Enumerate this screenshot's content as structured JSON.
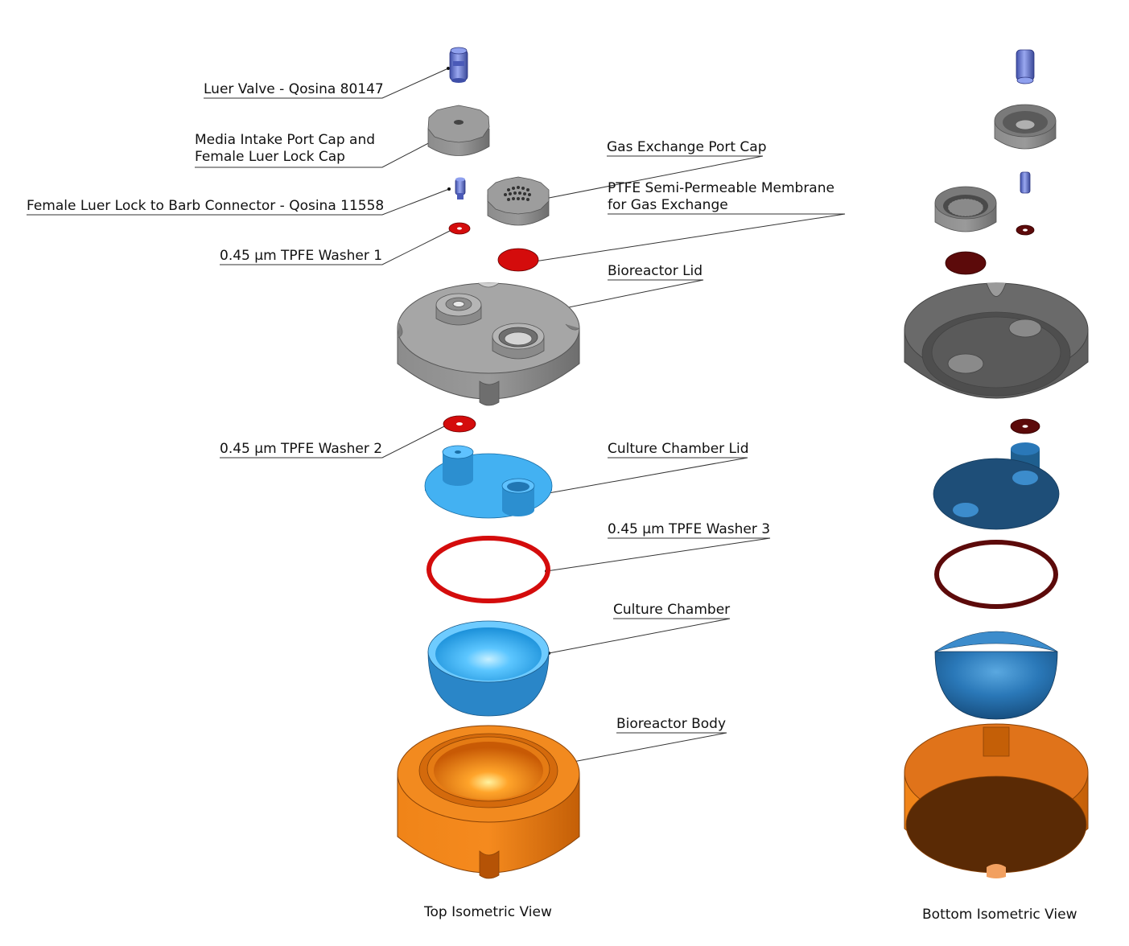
{
  "colors": {
    "valve": "#6f7fd6",
    "cap_gray": "#8a8a8a",
    "lid_gray": "#939393",
    "washer_red": "#d40c0c",
    "washer_dark": "#5c0a0a",
    "chamber_blue": "#43b1f2",
    "chamber_dark": "#1f5f8f",
    "body_orange": "#e87710",
    "body_dark": "#7a3604"
  },
  "labels": {
    "luer_valve": "Luer Valve - Qosina 80147",
    "media_cap_line1": "Media Intake Port Cap and",
    "media_cap_line2": "Female Luer Lock Cap",
    "female_luer": "Female Luer Lock to Barb Connector - Qosina 11558",
    "washer1": "0.45 µm TPFE Washer 1",
    "gas_cap": "Gas Exchange Port Cap",
    "ptfe_line1": "PTFE Semi-Permeable Membrane",
    "ptfe_line2": "for Gas Exchange",
    "bioreactor_lid": "Bioreactor Lid",
    "washer2": "0.45 µm TPFE Washer 2",
    "culture_lid": "Culture Chamber Lid",
    "washer3": "0.45 µm TPFE Washer 3",
    "culture_chamber": "Culture Chamber",
    "bioreactor_body": "Bioreactor Body"
  },
  "views": {
    "top": "Top Isometric View",
    "bottom": "Bottom Isometric View"
  }
}
